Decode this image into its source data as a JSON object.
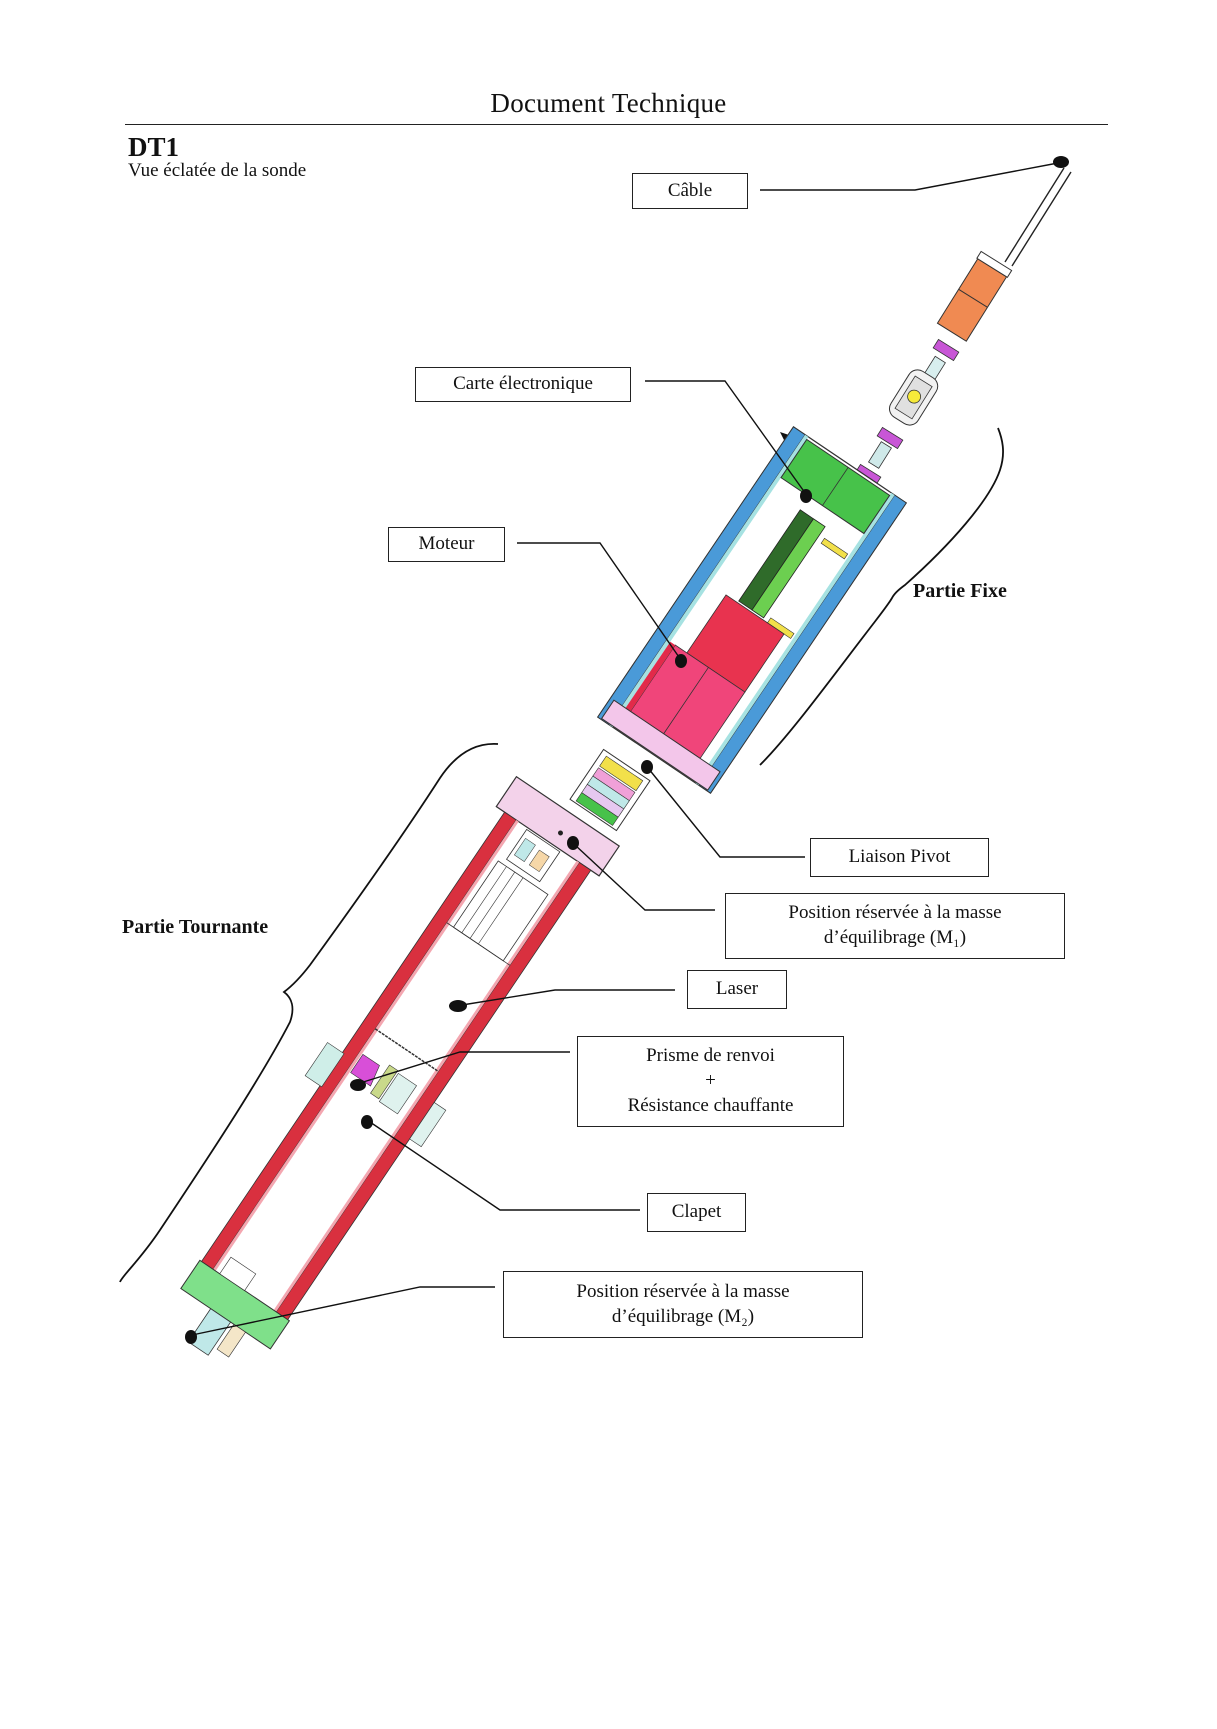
{
  "header": {
    "title": "Document Technique",
    "code": "DT1",
    "subtitle": "Vue éclatée de la sonde"
  },
  "sections": {
    "fixed": "Partie Fixe",
    "rotating": "Partie Tournante"
  },
  "labels": {
    "cable": "Câble",
    "electronics": "Carte électronique",
    "motor": "Moteur",
    "pivot": "Liaison Pivot",
    "mass1_line1": "Position réservée à la masse",
    "mass1_line2": "d’équilibrage (M₁)",
    "laser": "Laser",
    "prism_line1": "Prisme de renvoi",
    "prism_line2": "+",
    "prism_line3": "Résistance chauffante",
    "valve": "Clapet",
    "mass2_line1": "Position réservée à la masse",
    "mass2_line2": "d’équilibrage (M₂)"
  },
  "colors": {
    "fixed_housing": "#4a9ad8",
    "rotating_housing": "#d9303f",
    "motor": "#f0457a",
    "motor_top": "#e8334f",
    "electronics_board": "#2f6b2a",
    "electronics_board_light": "#6ccf50",
    "end_cap": "#47c24a",
    "flange": "#f3d2ea",
    "cable_sleeve": "#f08a52",
    "nut": "#c856d6",
    "prism": "#d84fd8",
    "bottom_block": "#7fe08a",
    "shaft": "#bfe8e8",
    "yellow_part": "#f2e04a"
  }
}
